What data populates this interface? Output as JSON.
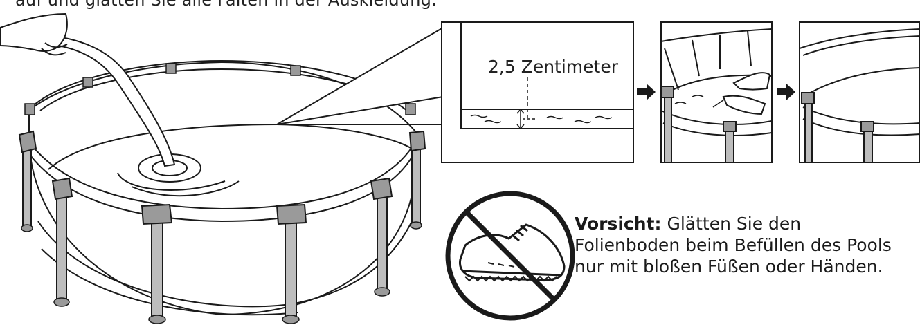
{
  "instruction_partial": "auf und glätten Sie alle Falten in der Auskleidung.",
  "measurement_label": "2,5 Zentimeter",
  "caution": {
    "heading": "Vorsicht:",
    "line1": " Glätten Sie den",
    "line2": "Folienboden beim Befüllen des Pools",
    "line3": "nur mit bloßen Füßen oder Händen."
  },
  "icons": [
    "pool-illustration",
    "hose-illustration",
    "water-level-detail",
    "smooth-liner-hands",
    "filled-pool-detail",
    "arrow-right-icon",
    "no-shoes-icon"
  ],
  "colors": {
    "line": "#1a1a1a",
    "frame": "#bdbdbd",
    "frame_dark": "#8f8f8f"
  }
}
